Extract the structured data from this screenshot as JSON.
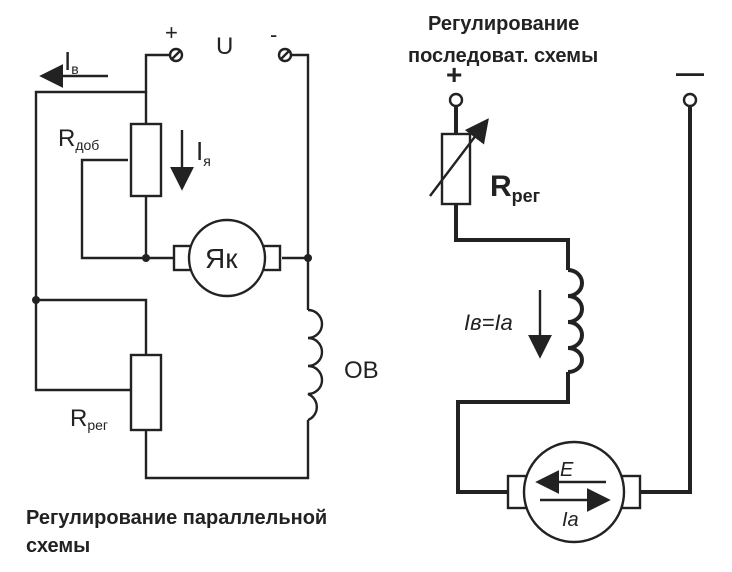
{
  "left_diagram": {
    "plus": "+",
    "minus": "-",
    "voltage": "U",
    "current_field_main": "I",
    "current_field_sub": "в",
    "r_add_main": "R",
    "r_add_sub": "доб",
    "current_armature_main": "I",
    "current_armature_sub": "я",
    "armature_label": "Як",
    "field_winding_label": "ОВ",
    "r_reg_main": "R",
    "r_reg_sub": "рег",
    "caption_line1": "Регулирование параллельной",
    "caption_line2": "схемы"
  },
  "right_diagram": {
    "title_line1": "Регулирование",
    "title_line2": "последоват. схемы",
    "plus": "+",
    "minus": "—",
    "r_reg_main": "R",
    "r_reg_sub": "рег",
    "current_label": "Iв=Iа",
    "emf_label": "E",
    "armature_current_label": "Iа"
  }
}
